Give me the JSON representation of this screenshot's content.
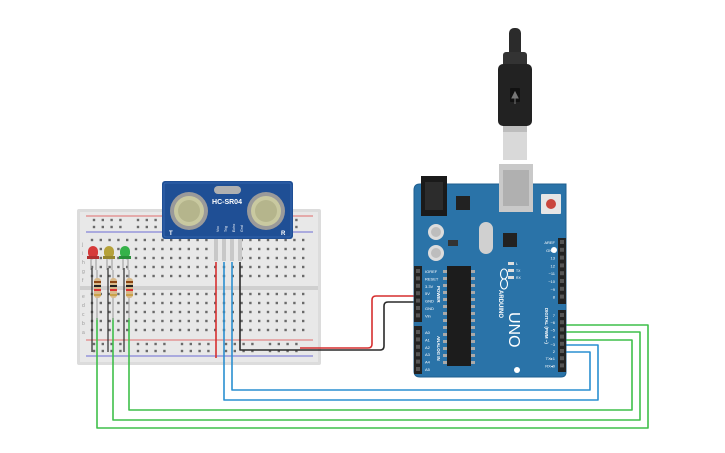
{
  "sensor": {
    "model": "HC-SR04",
    "pins": [
      "Vcc",
      "Trig",
      "Echo",
      "Gnd"
    ],
    "corner_left": "T",
    "corner_right": "R"
  },
  "arduino": {
    "brand": "ARDUINO",
    "model": "UNO",
    "power_header_label": "POWER",
    "power_pins": [
      "IOREF",
      "RESET",
      "3.3V",
      "5V",
      "GND",
      "GND",
      "Vin"
    ],
    "analog_header_label": "ANALOG IN",
    "analog_pins": [
      "A0",
      "A1",
      "A2",
      "A3",
      "A4",
      "A5"
    ],
    "digital_header_label": "DIGITAL (PWM ~)",
    "top_pins": [
      "AREF",
      "GND",
      "13",
      "12",
      "~11",
      "~10",
      "~9",
      "8"
    ],
    "lower_pins": [
      "7",
      "~6",
      "~5",
      "4",
      "~3",
      "2",
      "TX▸1",
      "RX◂0"
    ],
    "led_labels": [
      "L",
      "TX",
      "RX"
    ]
  },
  "breadboard": {
    "row_letters_top": [
      "j",
      "i",
      "h",
      "g",
      "f"
    ],
    "row_letters_bottom": [
      "e",
      "d",
      "c",
      "b",
      "a"
    ]
  },
  "leds": [
    {
      "color": "red",
      "hex": "#d63a3a"
    },
    {
      "color": "yellow",
      "hex": "#b5a13a"
    },
    {
      "color": "green",
      "hex": "#36b24a"
    }
  ],
  "wire_colors": {
    "green": "#3fbf4a",
    "blue": "#2a8fd0",
    "red": "#d62f2f",
    "black": "#2a2a2a"
  }
}
